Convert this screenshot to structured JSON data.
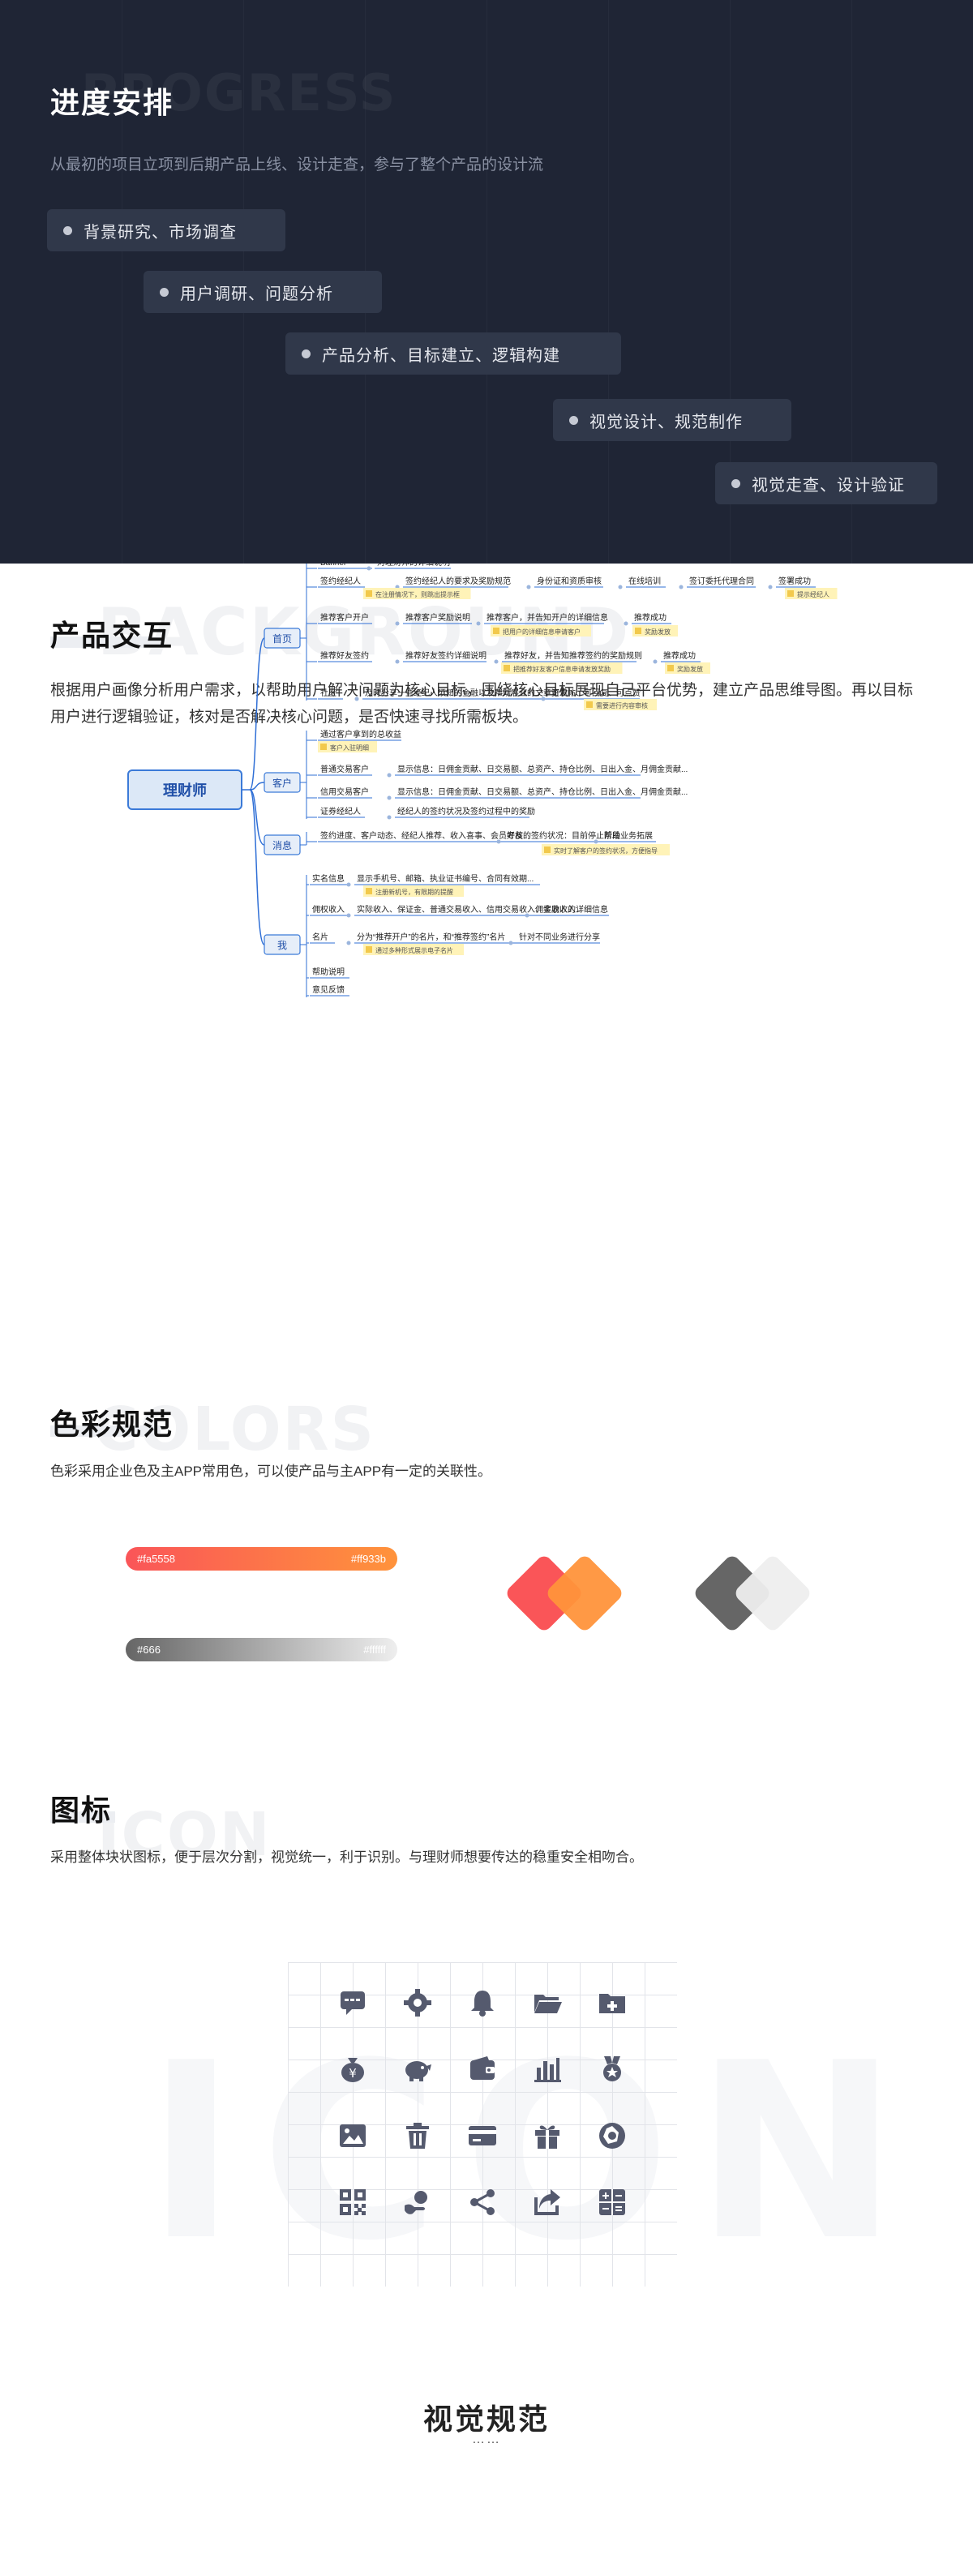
{
  "progress": {
    "title": "进度安排",
    "watermark": "PROGRESS",
    "desc": "从最初的项目立项到后期产品上线、设计走查，参与了整个产品的设计流",
    "steps": [
      "背景研究、市场调查",
      "用户调研、问题分析",
      "产品分析、目标建立、逻辑构建",
      "视觉设计、规范制作",
      "视觉走查、设计验证"
    ]
  },
  "interaction": {
    "title": "产品交互",
    "watermark": "BACKGROUND",
    "para": "根据用户画像分析用户需求，以帮助用户解决问题为核心目标，围绕核心目标展现自己平台优势，建立产品思维导图。再以目标用户进行逻辑验证，核对是否解决核心问题，是否快速寻找所需板块。",
    "mindmap": {
      "root": "理财师",
      "branches": [
        {
          "label": "首页",
          "rows": [
            [
              "Banner",
              "对理财师的详细说明"
            ],
            [
              "签约经纪人",
              "签约经纪人的要求及奖励规范",
              "身份证和资质审核",
              "在线培训",
              "签订委托代理合同",
              "签署成功"
            ],
            [
              "推荐客户开户",
              "推荐客户奖励说明",
              "推荐客户，并告知开户的详细信息",
              "推荐成功"
            ],
            [
              "推荐好友签约",
              "推荐好友签约详细说明",
              "推荐好友，并告知推荐签约的奖励规则",
              "推荐成功"
            ],
            [
              "社区",
              "及时分享一些经纪人须知的金融以及帮助展业的文章资讯",
              "可发帖、可回复、可点赞"
            ]
          ],
          "notes": [
            "在注册情况下，则跳出提示框",
            "提示经纪人",
            "把用户的详细信息申请客户",
            "奖励发放",
            "把推荐好友客户信息申请发放奖励",
            "奖励发放",
            "需要进行内容审核"
          ]
        },
        {
          "label": "客户",
          "rows": [
            [
              "通过客户拿到的总收益"
            ],
            [
              "普通交易客户",
              "显示信息：日佣金贡献、日交易额、总资产、持仓比例、日出入金、月佣金贡献..."
            ],
            [
              "信用交易客户",
              "显示信息：日佣金贡献、日交易额、总资产、持仓比例、日出入金、月佣金贡献..."
            ],
            [
              "证券经纪人",
              "经纪人的签约状况及签约过程中的奖励"
            ]
          ],
          "notes": [
            "客户入驻明细"
          ]
        },
        {
          "label": "消息",
          "rows": [
            [
              "签约进度、客户动态、经纪人推荐、收入喜事、会员考核...",
              "好友的签约状况：目前停止阶段",
              "帮助业务拓展"
            ]
          ],
          "notes": [
            "实时了解客户的签约状况，方便指导"
          ]
        },
        {
          "label": "我",
          "rows": [
            [
              "实名信息",
              "显示手机号、邮箱、执业证书编号、合同有效期..."
            ],
            [
              "佣权收入",
              "实际收入、保证金、普通交易收入、信用交易收入、奖励收入...",
              "佣金收入的详细信息"
            ],
            [
              "名片",
              "分为“推荐开户”的名片，和“推荐签约”名片",
              "针对不同业务进行分享"
            ],
            [
              "帮助说明"
            ],
            [
              "意见反馈"
            ]
          ],
          "notes": [
            "注册新机号，有限期的提醒",
            "通过多种形式展示电子名片"
          ]
        }
      ]
    }
  },
  "colors": {
    "title": "色彩规范",
    "watermark": "COLORS",
    "desc": "色彩采用企业色及主APP常用色，可以使产品与主APP有一定的关联性。",
    "bar1": {
      "left": "#fa5558",
      "right": "#ff933b"
    },
    "bar2": {
      "left": "#666",
      "right": "#ffffff"
    },
    "accent": [
      "#fa5558",
      "#ff933b"
    ],
    "neutral": [
      "#666666",
      "#eeeeee"
    ]
  },
  "icons": {
    "title": "图标",
    "watermark": "ICON",
    "big_watermark": "ICON",
    "desc": "采用整体块状图标，便于层次分割，视觉统一，利于识别。与理财师想要传达的稳重安全相吻合。",
    "icon_color": "#555a6e",
    "items": [
      "message-icon",
      "settings-icon",
      "bell-icon",
      "folder-open-icon",
      "folder-add-icon",
      "money-bag-icon",
      "piggy-bank-icon",
      "wallet-icon",
      "bar-chart-icon",
      "medal-icon",
      "image-icon",
      "trash-icon",
      "card-icon",
      "gift-icon",
      "aperture-icon",
      "qr-code-icon",
      "coin-hand-icon",
      "share-icon",
      "forward-icon",
      "calculator-icon"
    ],
    "footer_title": "视觉规范",
    "footer_dots": "……"
  }
}
